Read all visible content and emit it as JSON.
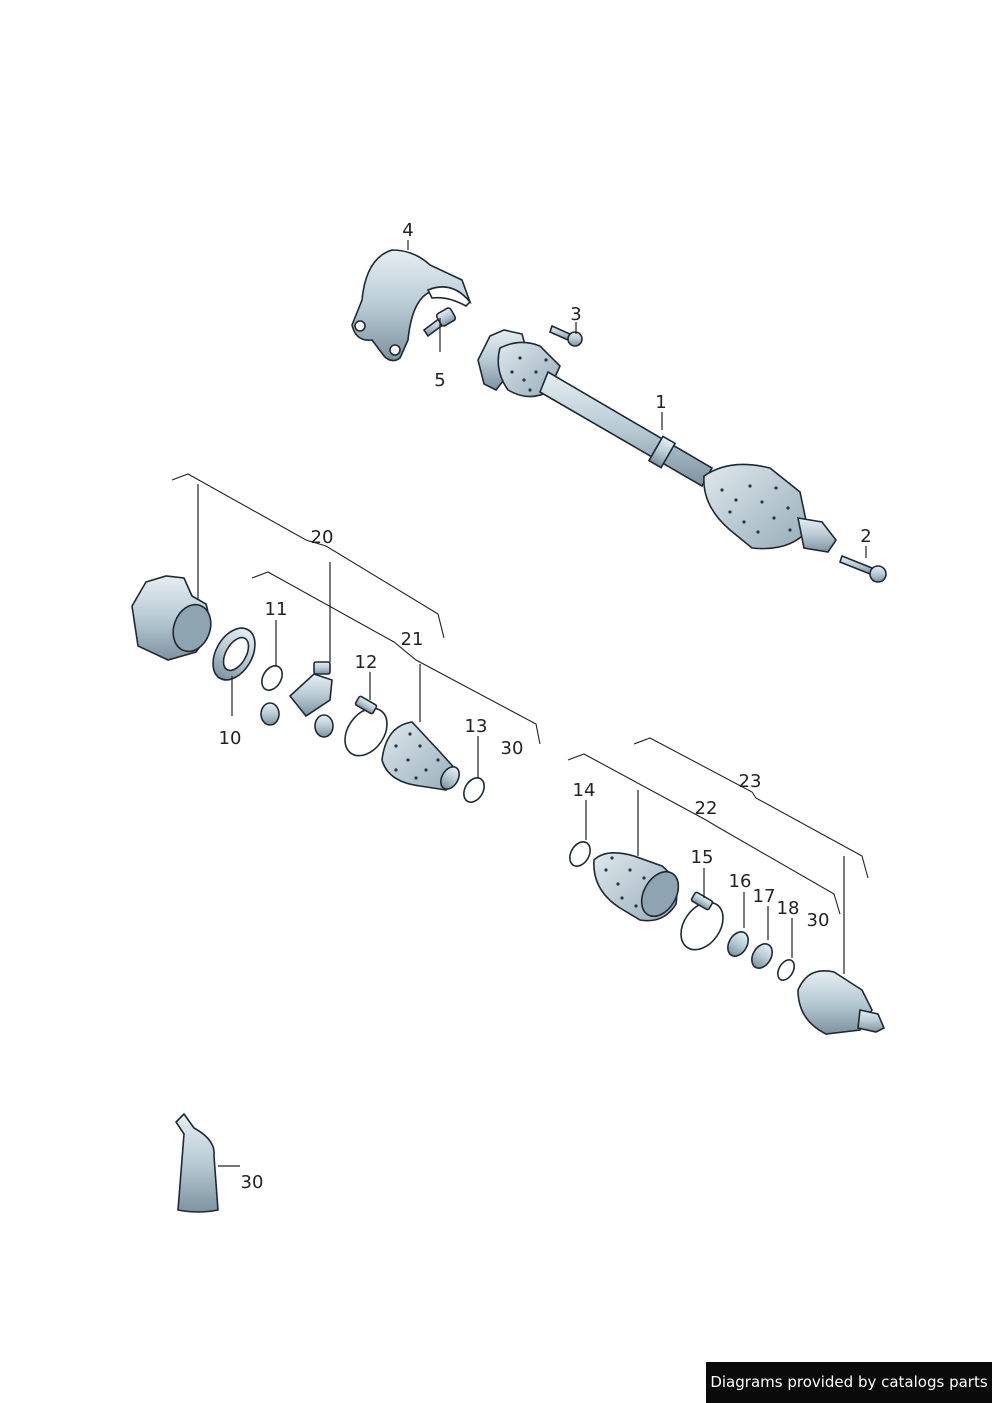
{
  "labels": {
    "l1": "1",
    "l2": "2",
    "l3": "3",
    "l4": "4",
    "l5": "5",
    "l10": "10",
    "l11": "11",
    "l12": "12",
    "l13": "13",
    "l14": "14",
    "l15": "15",
    "l16": "16",
    "l17": "17",
    "l18": "18",
    "l20": "20",
    "l21": "21",
    "l22": "22",
    "l23": "23",
    "l30a": "30",
    "l30b": "30",
    "l30c": "30"
  },
  "footer": {
    "credit": "Diagrams provided by catalogs parts"
  },
  "colors": {
    "metal": "#c9d8e0",
    "metal_dark": "#8ea4b0",
    "boot": "#b9cad3",
    "ink": "#1e2a33"
  }
}
